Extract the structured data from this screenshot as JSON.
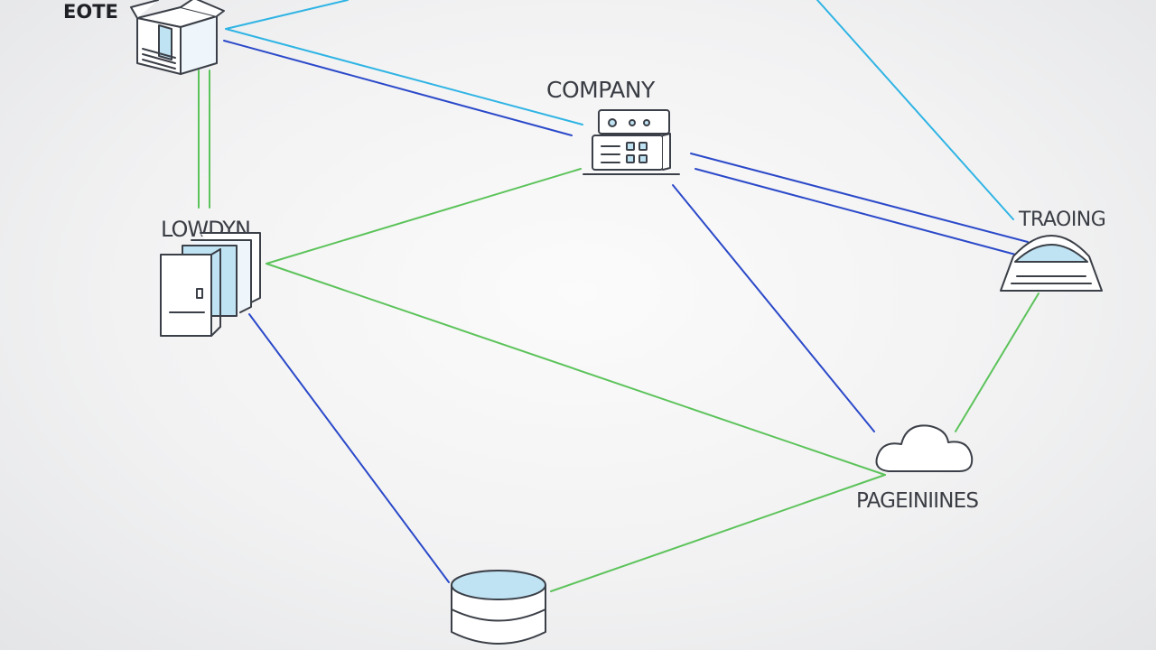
{
  "nodes": {
    "eote": {
      "label": "EOTE",
      "icon": "box-server-icon"
    },
    "company": {
      "label": "COMPANY",
      "icon": "network-appliance-icon"
    },
    "lowdyn": {
      "label": "LOWDYN",
      "icon": "server-stack-icon"
    },
    "trading": {
      "label": "TRAOING",
      "icon": "dome-router-icon"
    },
    "pageinfo": {
      "label": "PAGEINIINES",
      "icon": "cloud-icon"
    },
    "database": {
      "label": "",
      "icon": "database-icon"
    }
  },
  "colors": {
    "cyan": "#2fb4e4",
    "blue": "#2b49c9",
    "green": "#5cc35a",
    "outline": "#3b3f47",
    "accent_fill": "#bfe3f3"
  }
}
